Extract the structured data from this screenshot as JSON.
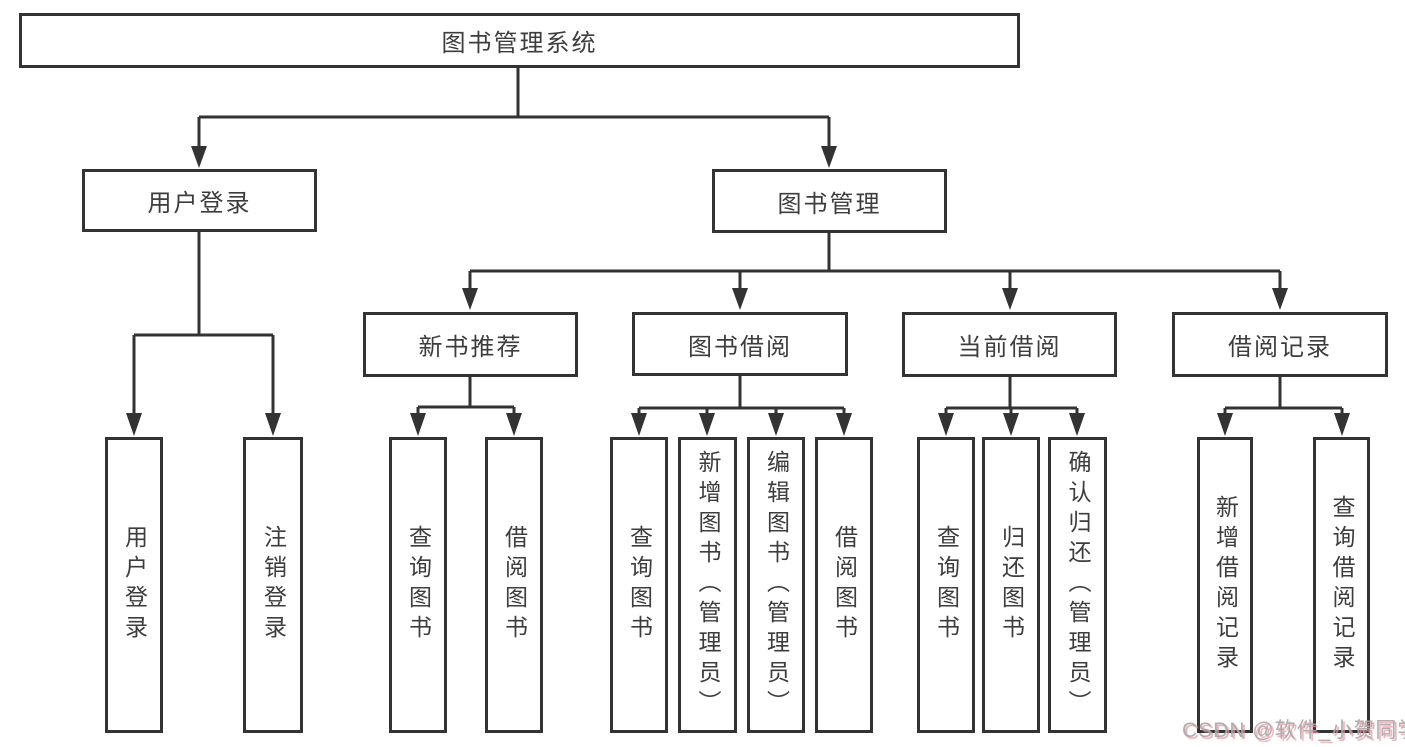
{
  "diagram": {
    "type": "hierarchy-tree",
    "root": {
      "label": "图书管理系统",
      "children": [
        {
          "label": "用户登录",
          "children": [
            {
              "label": "用户登录"
            },
            {
              "label": "注销登录"
            }
          ]
        },
        {
          "label": "图书管理",
          "children": [
            {
              "label": "新书推荐",
              "children": [
                {
                  "label": "查询图书"
                },
                {
                  "label": "借阅图书"
                }
              ]
            },
            {
              "label": "图书借阅",
              "children": [
                {
                  "label": "查询图书"
                },
                {
                  "label": "新增图书（管理员）"
                },
                {
                  "label": "编辑图书（管理员）"
                },
                {
                  "label": "借阅图书"
                }
              ]
            },
            {
              "label": "当前借阅",
              "children": [
                {
                  "label": "查询图书"
                },
                {
                  "label": "归还图书"
                },
                {
                  "label": "确认归还（管理员）"
                }
              ]
            },
            {
              "label": "借阅记录",
              "children": [
                {
                  "label": "新增借阅记录"
                },
                {
                  "label": "查询借阅记录"
                }
              ]
            }
          ]
        }
      ]
    }
  },
  "watermark": {
    "text": "CSDN @软件_小贺同学"
  },
  "colors": {
    "line": "#333333",
    "box_border": "#333333",
    "text": "#3d3d3d",
    "background": "#ffffff",
    "watermark_text": "#aaaaaa",
    "watermark_shadow": "#e996a0"
  }
}
